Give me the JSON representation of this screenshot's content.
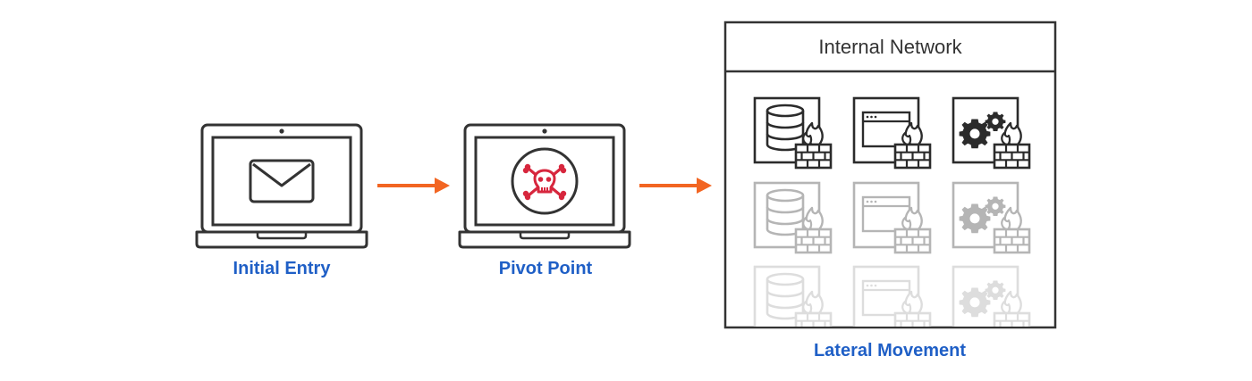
{
  "nodes": {
    "initial_entry": {
      "label": "Initial Entry",
      "icon": "envelope-icon"
    },
    "pivot_point": {
      "label": "Pivot Point",
      "icon": "skull-crossbones-icon"
    },
    "lateral_movement": {
      "label": "Lateral Movement"
    }
  },
  "internal_network": {
    "title": "Internal Network",
    "columns": [
      {
        "server_type": "database-server",
        "icon": "database-icon"
      },
      {
        "server_type": "web-app-server",
        "icon": "browser-window-icon"
      },
      {
        "server_type": "config-server",
        "icon": "gears-icon"
      }
    ],
    "row_count": 3,
    "overlay_icon": "firewall-fire-icon"
  },
  "colors": {
    "label_blue": "#1f5fc6",
    "arrow_orange": "#f26522",
    "danger_red": "#d7263d",
    "outline_dark": "#333333"
  }
}
